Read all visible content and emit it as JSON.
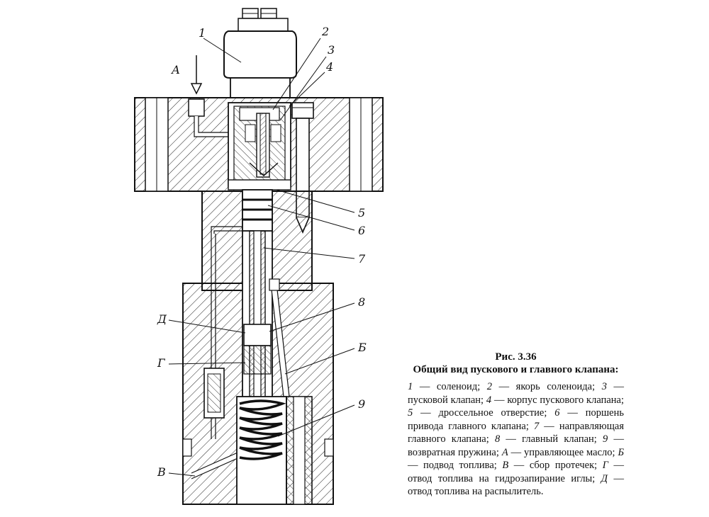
{
  "labels": {
    "l1": "1",
    "l2": "2",
    "l3": "3",
    "l4": "4",
    "l5": "5",
    "l6": "6",
    "l7": "7",
    "l8": "8",
    "l9": "9",
    "A": "А",
    "D": "Д",
    "G": "Г",
    "B": "Б",
    "V": "В"
  },
  "caption": {
    "title": "Рис. 3.36",
    "subtitle": "Общий вид пускового и главного клапана:",
    "legend": [
      {
        "key": "1",
        "text": "соленоид;"
      },
      {
        "key": "2",
        "text": "якорь соленоида;"
      },
      {
        "key": "3",
        "text": "пусковой клапан;"
      },
      {
        "key": "4",
        "text": "корпус пускового клапана;"
      },
      {
        "key": "5",
        "text": "дроссельное отверстие;"
      },
      {
        "key": "6",
        "text": "поршень привода главного клапана;"
      },
      {
        "key": "7",
        "text": "направляющая главного клапана;"
      },
      {
        "key": "8",
        "text": "главный клапан;"
      },
      {
        "key": "9",
        "text": "возвратная пружина;"
      },
      {
        "key": "А",
        "text": "управляющее масло;"
      },
      {
        "key": "Б",
        "text": "подвод топлива;"
      },
      {
        "key": "В",
        "text": "сбор протечек;"
      },
      {
        "key": "Г",
        "text": "отвод топлива на гидрозапирание иглы;"
      },
      {
        "key": "Д",
        "text": "отвод топлива на распылитель."
      }
    ]
  }
}
